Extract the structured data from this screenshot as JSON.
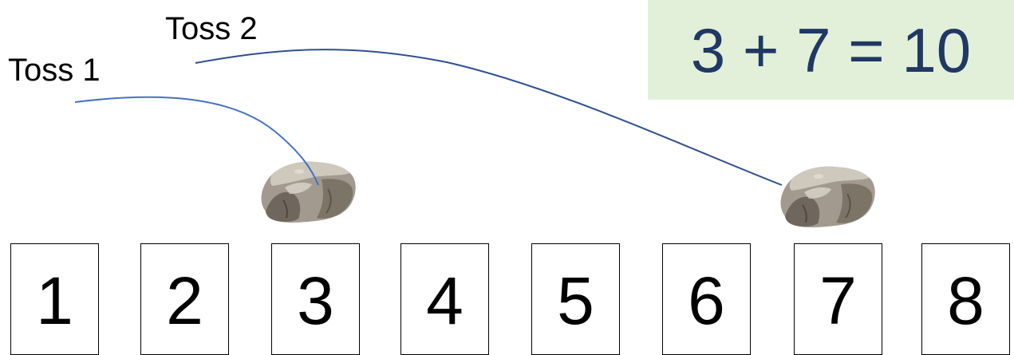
{
  "labels": {
    "toss1": "Toss 1",
    "toss2": "Toss 2"
  },
  "equation": "3 + 7 = 10",
  "boxes": [
    "1",
    "2",
    "3",
    "4",
    "5",
    "6",
    "7",
    "8"
  ],
  "colors": {
    "equation_bg": "#e2efd9",
    "equation_text": "#1f3864",
    "toss1_curve": "#4472c4",
    "toss2_curve": "#2f4f8f",
    "rock": "#a39a8f"
  },
  "icons": [
    "rock-icon"
  ]
}
